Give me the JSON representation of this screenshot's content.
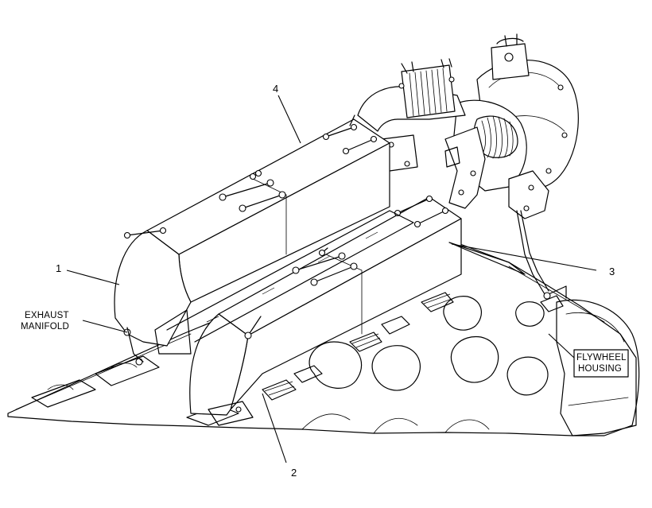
{
  "callouts": {
    "c1": "1",
    "c2": "2",
    "c3": "3",
    "c4": "4"
  },
  "captions": {
    "exhaust_manifold_line1": "EXHAUST",
    "exhaust_manifold_line2": "MANIFOLD",
    "flywheel_housing_line1": "FLYWHEEL",
    "flywheel_housing_line2": "HOUSING"
  }
}
